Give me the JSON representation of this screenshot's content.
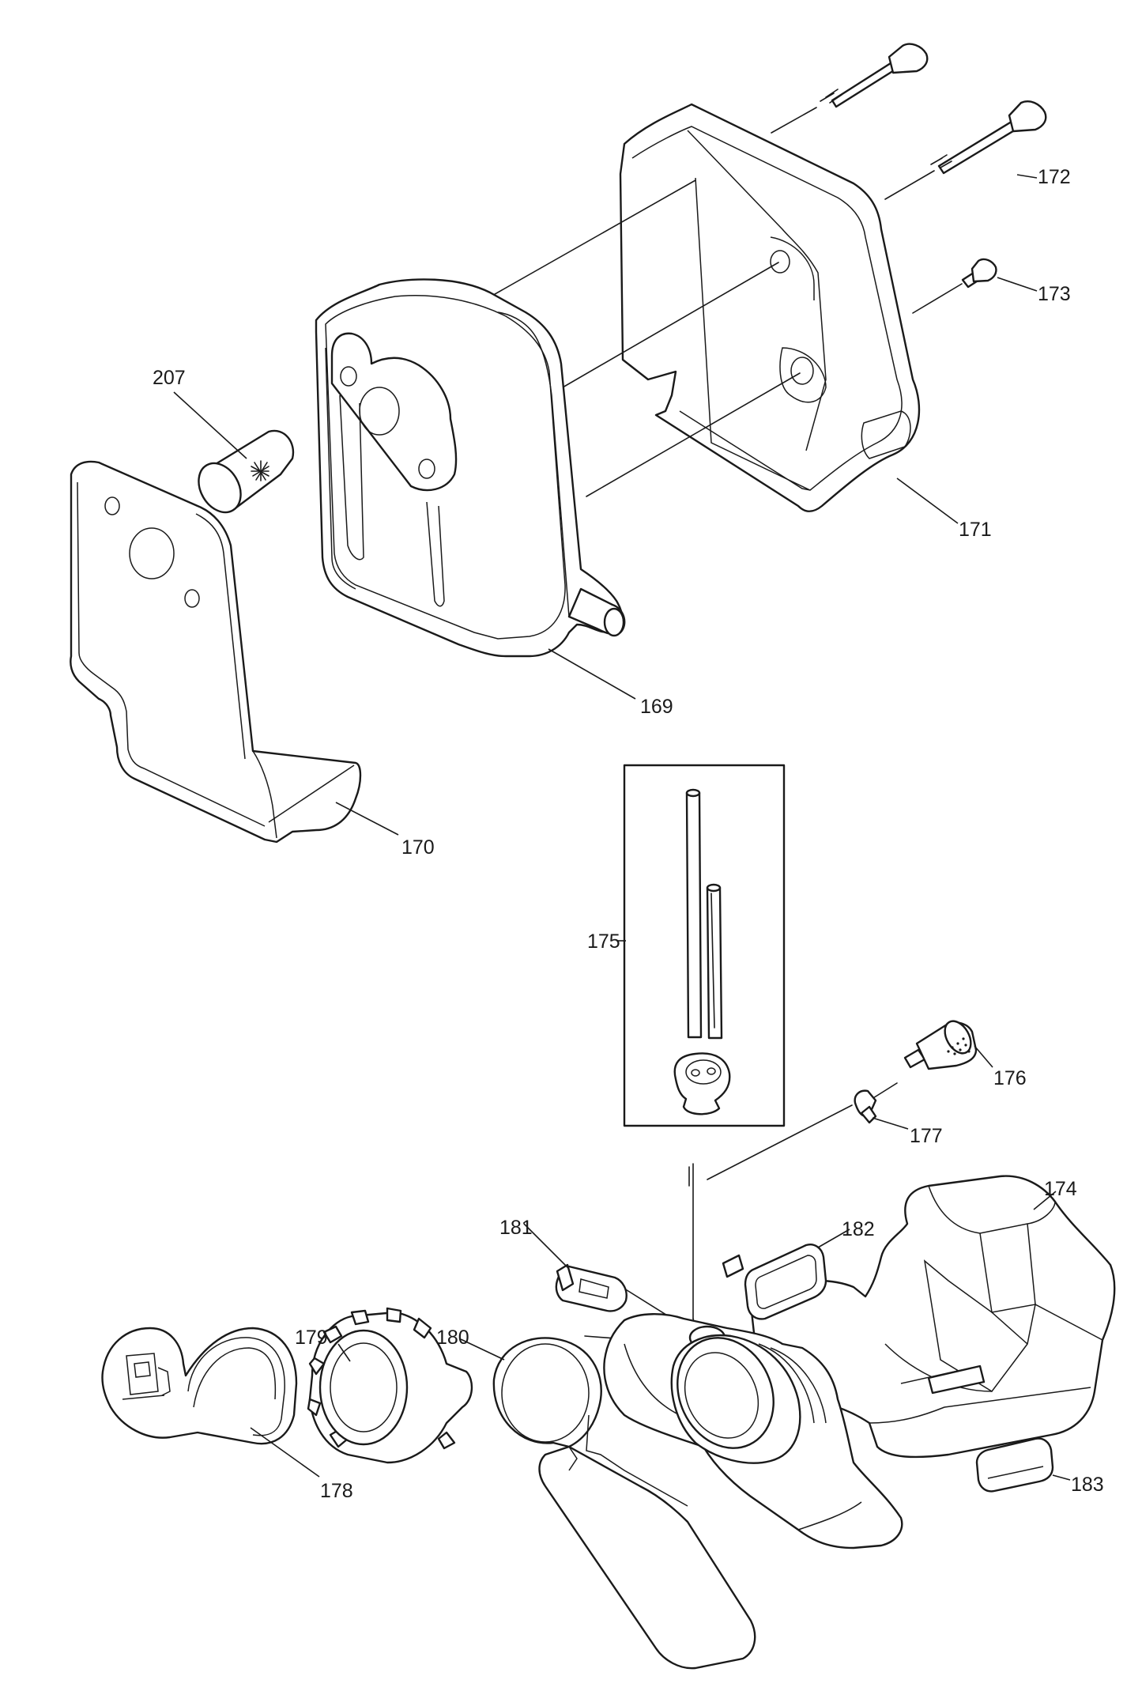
{
  "diagram": {
    "colors": {
      "line": "#1a1a1a",
      "background": "#ffffff"
    },
    "parts": [
      {
        "id": "p169",
        "label": "169"
      },
      {
        "id": "p170",
        "label": "170"
      },
      {
        "id": "p171",
        "label": "171"
      },
      {
        "id": "p172",
        "label": "172"
      },
      {
        "id": "p173",
        "label": "173"
      },
      {
        "id": "p174",
        "label": "174"
      },
      {
        "id": "p175",
        "label": "175"
      },
      {
        "id": "p176",
        "label": "176"
      },
      {
        "id": "p177",
        "label": "177"
      },
      {
        "id": "p178",
        "label": "178"
      },
      {
        "id": "p179",
        "label": "179"
      },
      {
        "id": "p180",
        "label": "180"
      },
      {
        "id": "p181",
        "label": "181"
      },
      {
        "id": "p182",
        "label": "182"
      },
      {
        "id": "p183",
        "label": "183"
      },
      {
        "id": "p207",
        "label": "207"
      }
    ]
  }
}
